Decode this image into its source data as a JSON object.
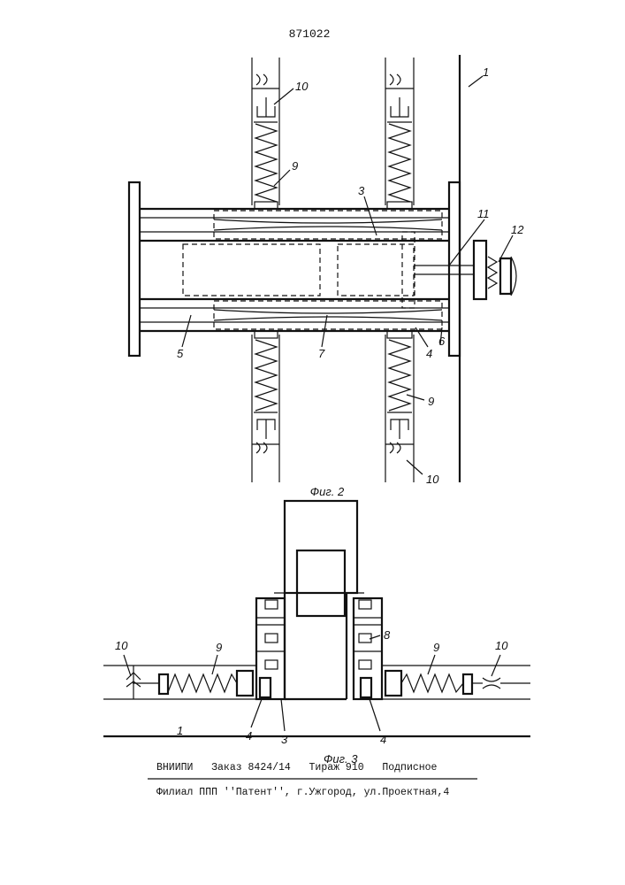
{
  "patent_number": "871022",
  "fig2": {
    "caption": "Фиг. 2",
    "labels": {
      "l1": "1",
      "l3": "3",
      "l4": "4",
      "l5": "5",
      "l6": "6",
      "l7": "7",
      "l9_top": "9",
      "l9_bottom": "9",
      "l10_top": "10",
      "l10_bottom": "10",
      "l11": "11",
      "l12": "12"
    }
  },
  "fig3": {
    "caption": "Фиг. 3",
    "labels": {
      "l1": "1",
      "l3": "3",
      "l4_left": "4",
      "l4_right": "4",
      "l8": "8",
      "l9_left": "9",
      "l9_right": "9",
      "l10_left": "10",
      "l10_right": "10"
    }
  },
  "footer": {
    "line1": "ВНИИПИ   Заказ 8424/14   Тираж 910   Подписное",
    "line2": "Филиал ППП ''Патент'', г.Ужгород, ул.Проектная,4"
  }
}
